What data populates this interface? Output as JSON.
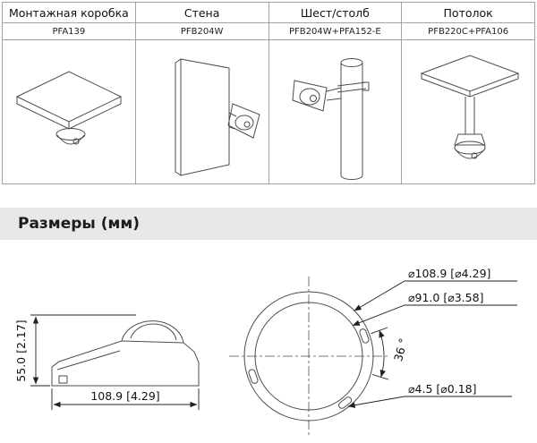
{
  "mount_table": {
    "columns": [
      {
        "title": "Монтажная коробка",
        "model": "PFA139",
        "illustration": "junction-box-mount"
      },
      {
        "title": "Стена",
        "model": "PFB204W",
        "illustration": "wall-mount"
      },
      {
        "title": "Шест/столб",
        "model": "PFB204W+PFA152-E",
        "illustration": "pole-mount"
      },
      {
        "title": "Потолок",
        "model": "PFB220C+PFA106",
        "illustration": "ceiling-mount"
      }
    ]
  },
  "section": {
    "title": "Размеры (мм)"
  },
  "dimensions": {
    "side_view": {
      "height": "55.0 [2.17]",
      "width": "108.9 [4.29]"
    },
    "bottom_view": {
      "outer_diameter": "⌀108.9 [⌀4.29]",
      "mount_circle_diameter": "⌀91.0 [⌀3.58]",
      "slot_angle": "36 °",
      "hole_diameter": "⌀4.5 [⌀0.18]"
    }
  }
}
